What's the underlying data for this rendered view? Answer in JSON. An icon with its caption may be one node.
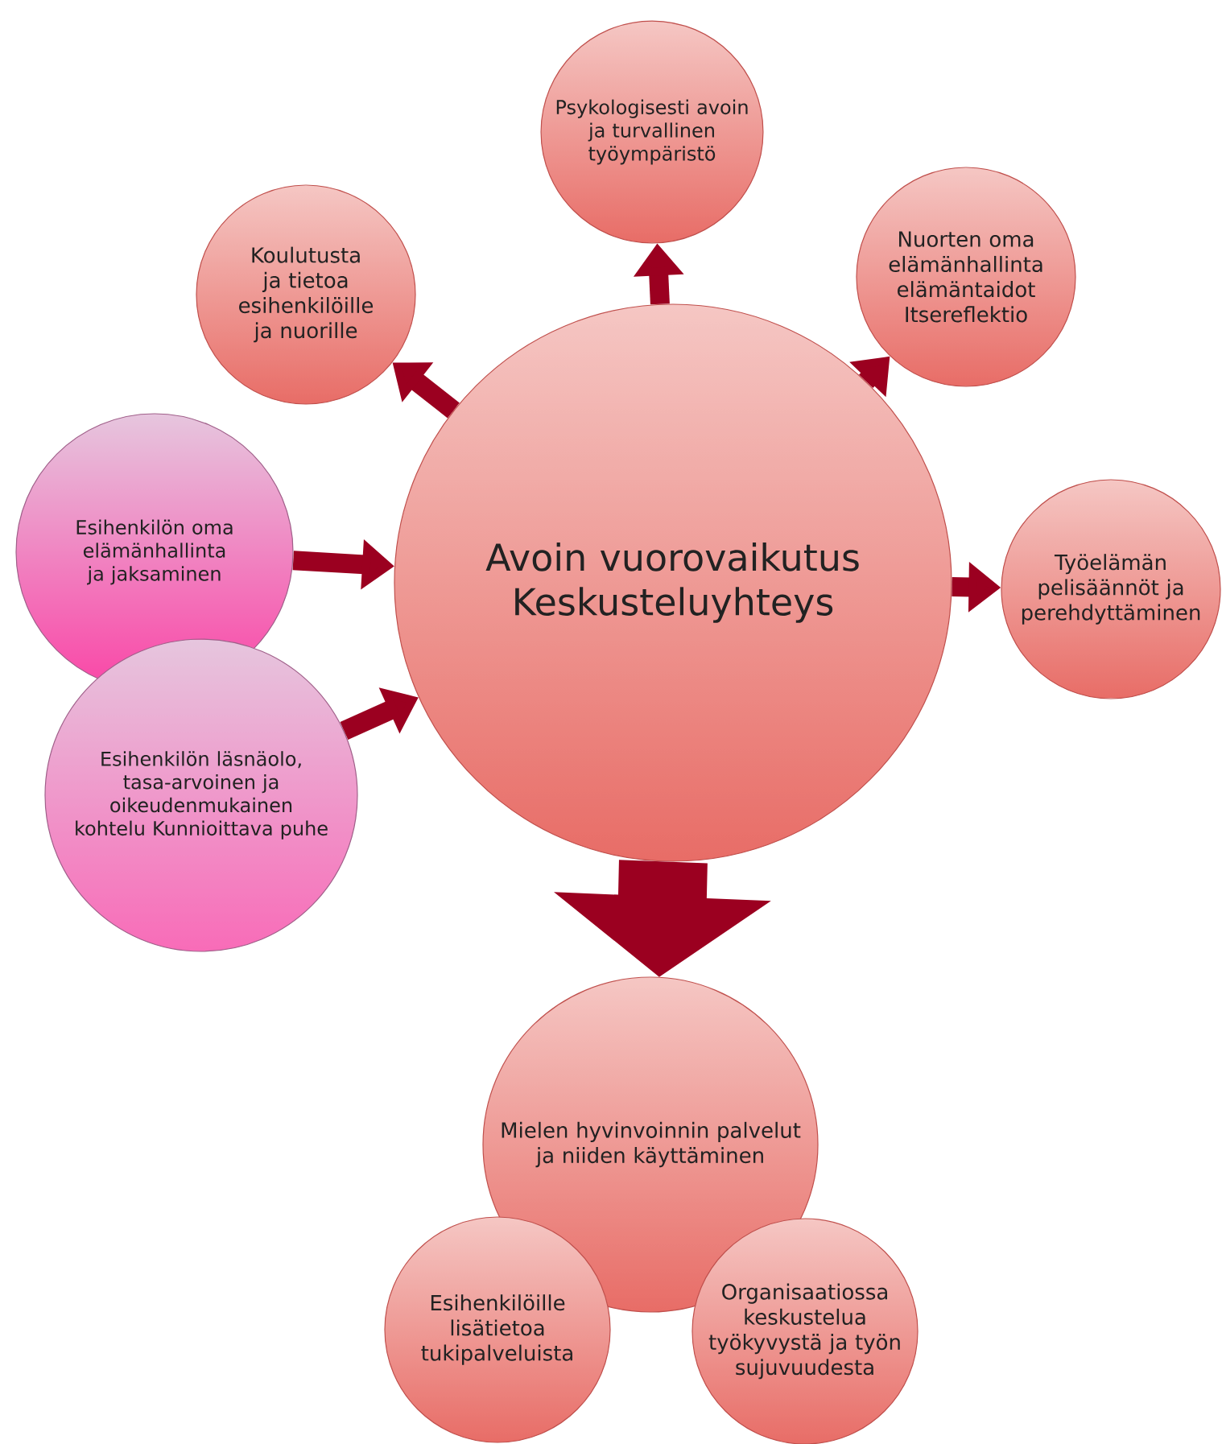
{
  "diagram": {
    "nodes": [
      {
        "text": [
          "Avoin vuorovaikutus Keskusteluyhteys"
        ]
      },
      {
        "text": [
          "Psykologisesti avoin ja turvallinen työympäristö"
        ]
      },
      {
        "text": [
          "Koulutusta ja tietoa esihenkilöille ja nuorille"
        ]
      },
      {
        "text": [
          "Nuorten oma elämänhallinta elämäntaidot Itsereflektio"
        ]
      },
      {
        "text": [
          "Esihenkilön oma elämänhallinta ja jaksaminen"
        ]
      },
      {
        "text": [
          "Esihenkilön läsnäolo, tasa-arvoinen ja oikeudenmukainen kohtelu Kunnioittava puhe"
        ]
      },
      {
        "text": [
          "Työelämän pelisäännöt ja perehdyttäminen"
        ]
      },
      {
        "text": [
          "Mielen hyvinvoinnin palvelut ja niiden käyttäminen"
        ]
      },
      {
        "text": [
          "Esihenkilöille lisätietoa tukipalveluista"
        ]
      },
      {
        "text": [
          "Organisaatiossa keskustelua työkyvystä ja työn sujuvuudesta"
        ]
      }
    ],
    "edges": [
      {
        "from": 0,
        "to": 1,
        "arrow": "to"
      },
      {
        "from": 0,
        "to": 2,
        "arrow": "to"
      },
      {
        "from": 0,
        "to": 3,
        "arrow": "to"
      },
      {
        "from": 4,
        "to": 0,
        "arrow": "to"
      },
      {
        "from": 0,
        "to": 6,
        "arrow": "to"
      },
      {
        "from": 5,
        "to": 0,
        "arrow": "to"
      },
      {
        "from": 0,
        "to": 7,
        "arrow": "to",
        "style": "thick"
      }
    ]
  }
}
